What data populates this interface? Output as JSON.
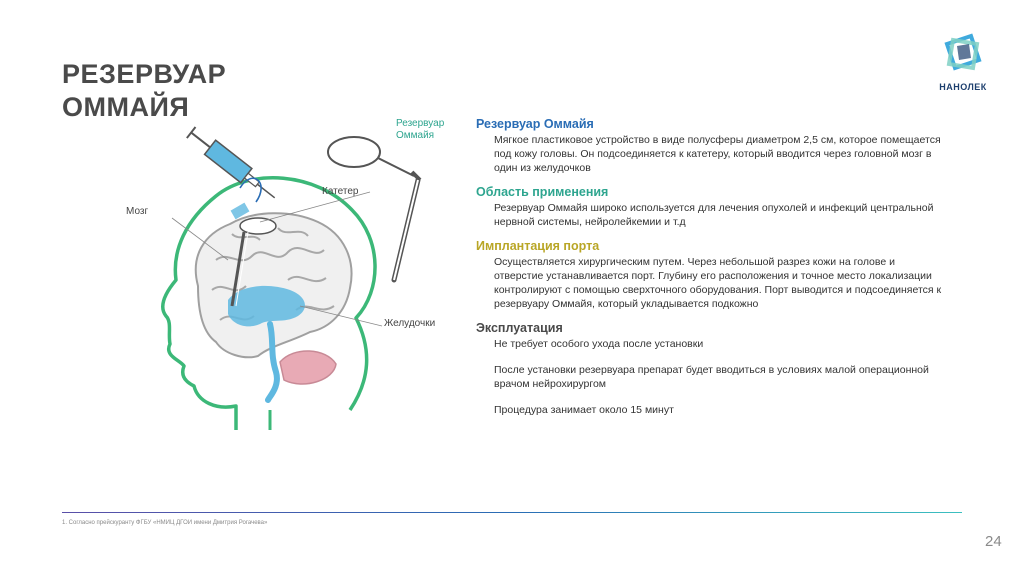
{
  "slide": {
    "title_line1": "РЕЗЕРВУАР",
    "title_line2": "ОММАЙЯ",
    "page_number": "24",
    "footnote": "1. Согласно прейскуранту ФГБУ «НМИЦ ДГОИ имени Дмитрия Рогачева»"
  },
  "logo": {
    "text": "НАНОЛЕК"
  },
  "illustration": {
    "label_reservoir_line1": "Резервуар",
    "label_reservoir_line2": "Оммайя",
    "label_catheter": "Катетер",
    "label_brain": "Мозг",
    "label_ventricles": "Желудочки"
  },
  "sections": [
    {
      "title": "Резервуар Оммайя",
      "color": "#2a6db5",
      "paragraphs": [
        "Мягкое пластиковое устройство в виде полусферы диаметром 2,5 см, которое помещается под кожу головы. Он подсоединяется к катетеру, который вводится через головной мозг в один из желудочков"
      ]
    },
    {
      "title": "Область применения",
      "color": "#2ea58f",
      "paragraphs": [
        "Резервуар Оммайя широко используется для лечения опухолей и инфекций центральной нервной системы, нейролейкемии и т.д"
      ]
    },
    {
      "title": "Имплантация порта",
      "color": "#b9a626",
      "paragraphs": [
        "Осуществляется хирургическим путем. Через небольшой разрез кожи на голове и отверстие устанавливается порт. Глубину его расположения и точное место локализации контролируют с помощью сверхточного оборудования. Порт выводится и подсоединяется к резервуару Оммайя, который укладывается подкожно"
      ]
    },
    {
      "title": "Эксплуатация",
      "color": "#4a4a4a",
      "paragraphs": [
        "Не требует особого ухода после установки",
        "После установки резервуара препарат будет вводиться в условиях малой операционной врачом нейрохирургом",
        "Процедура занимает около 15 минут"
      ]
    }
  ],
  "colors": {
    "accent_blue": "#2a6db5",
    "accent_green": "#2ea58f",
    "accent_olive": "#b9a626",
    "head_outline": "#3cb878",
    "ventricle": "#5fb8e0"
  }
}
